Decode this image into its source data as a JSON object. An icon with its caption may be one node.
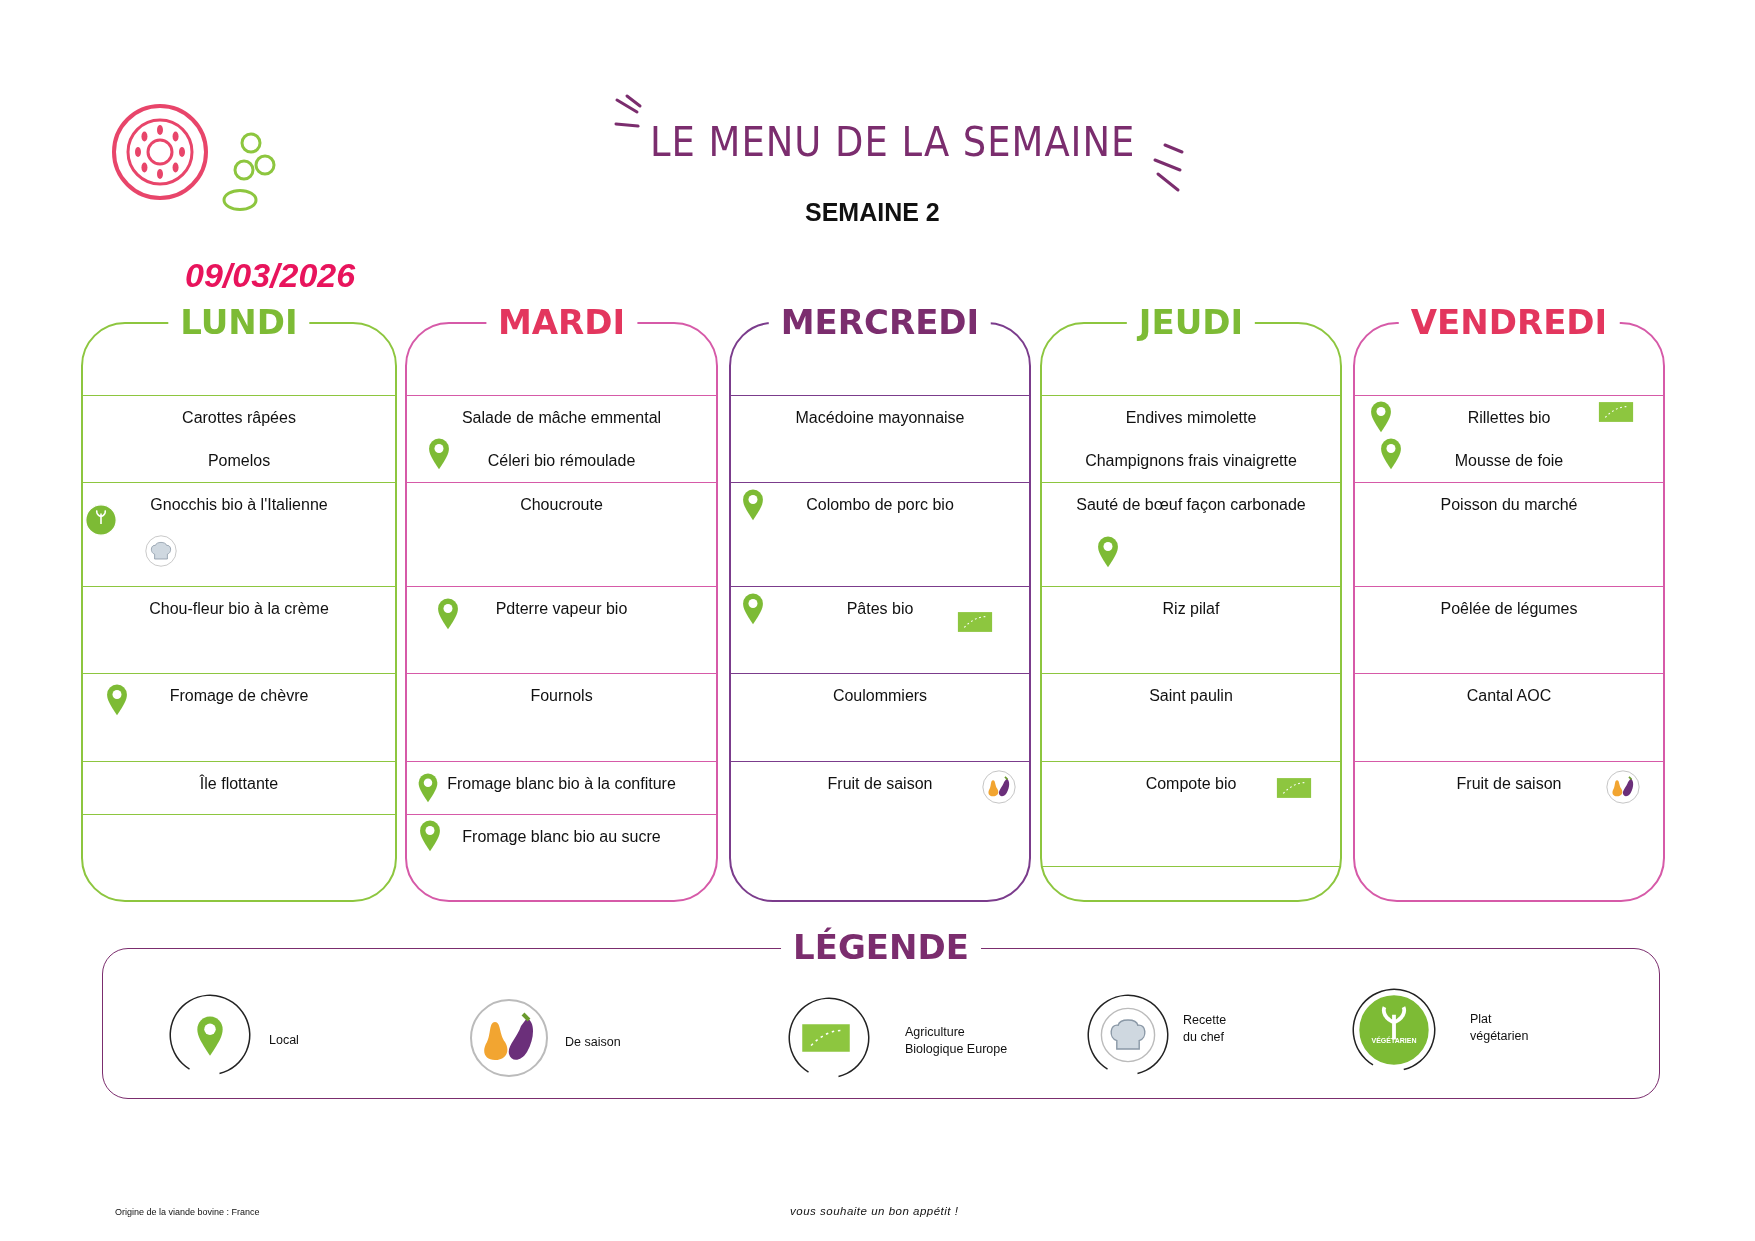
{
  "diagram": {
    "title": "LE MENU DE LA SEMAINE",
    "nodes": [
      {
        "text": [
          "LUNDI"
        ]
      },
      {
        "text": [
          "Carottes râpées",
          "Pomelos"
        ],
        "in": 0
      },
      {
        "text": [
          "Gnocchis bio à l'Italienne"
        ],
        "in": 0
      },
      {
        "text": [
          "Chou-fleur bio à la crème"
        ],
        "in": 0
      },
      {
        "text": [
          "Fromage de chèvre"
        ],
        "in": 0
      },
      {
        "text": [
          "Île flottante"
        ],
        "in": 0
      },
      {
        "text": [
          "MARDI"
        ]
      },
      {
        "text": [
          "Salade de mâche emmental",
          "Céleri bio rémoulade"
        ],
        "in": 6
      },
      {
        "text": [
          "Choucroute"
        ],
        "in": 6
      },
      {
        "text": [
          "Pdterre vapeur bio"
        ],
        "in": 6
      },
      {
        "text": [
          "Fournols"
        ],
        "in": 6
      },
      {
        "text": [
          "Fromage blanc bio à la confiture"
        ],
        "in": 6
      },
      {
        "text": [
          "Fromage blanc bio au sucre"
        ],
        "in": 6
      },
      {
        "text": [
          "MERCREDI"
        ]
      },
      {
        "text": [
          "Macédoine mayonnaise"
        ],
        "in": 13
      },
      {
        "text": [
          "Colombo de porc bio"
        ],
        "in": 13
      },
      {
        "text": [
          "Pâtes bio"
        ],
        "in": 13
      },
      {
        "text": [
          "Coulommiers"
        ],
        "in": 13
      },
      {
        "text": [
          "Fruit de saison"
        ],
        "in": 13
      },
      {
        "text": [
          "JEUDI"
        ]
      },
      {
        "text": [
          "Endives mimolette",
          "Champignons frais vinaigrette"
        ],
        "in": 19
      },
      {
        "text": [
          "Sauté de bœuf façon carbonade"
        ],
        "in": 19
      },
      {
        "text": [
          "Riz pilaf"
        ],
        "in": 19
      },
      {
        "text": [
          "Saint paulin"
        ],
        "in": 19
      },
      {
        "text": [
          "Compote bio"
        ],
        "in": 19
      },
      {
        "text": [
          "VENDREDI"
        ]
      },
      {
        "text": [
          "Rillettes bio",
          "Mousse de foie"
        ],
        "in": 25
      },
      {
        "text": [
          "Poisson du marché"
        ],
        "in": 25
      },
      {
        "text": [
          "Poêlée de légumes"
        ],
        "in": 25
      },
      {
        "text": [
          "Cantal AOC"
        ],
        "in": 25
      },
      {
        "text": [
          "Fruit de saison"
        ],
        "in": 25
      },
      {
        "text": [
          "LÉGENDE"
        ]
      }
    ],
    "labels": [
      "SEMAINE 2",
      "09/03/2026",
      "VÉGÉTARIEN",
      "Origine de la viande bovine : France",
      "vous souhaite un bon appétit !"
    ],
    "legend": [
      {
        "text": "Local"
      },
      {
        "text": "De saison"
      },
      {
        "text": "Agriculture Biologique Europe"
      },
      {
        "text": "Recette du chef"
      },
      {
        "text": "Plat végétarien"
      }
    ]
  }
}
